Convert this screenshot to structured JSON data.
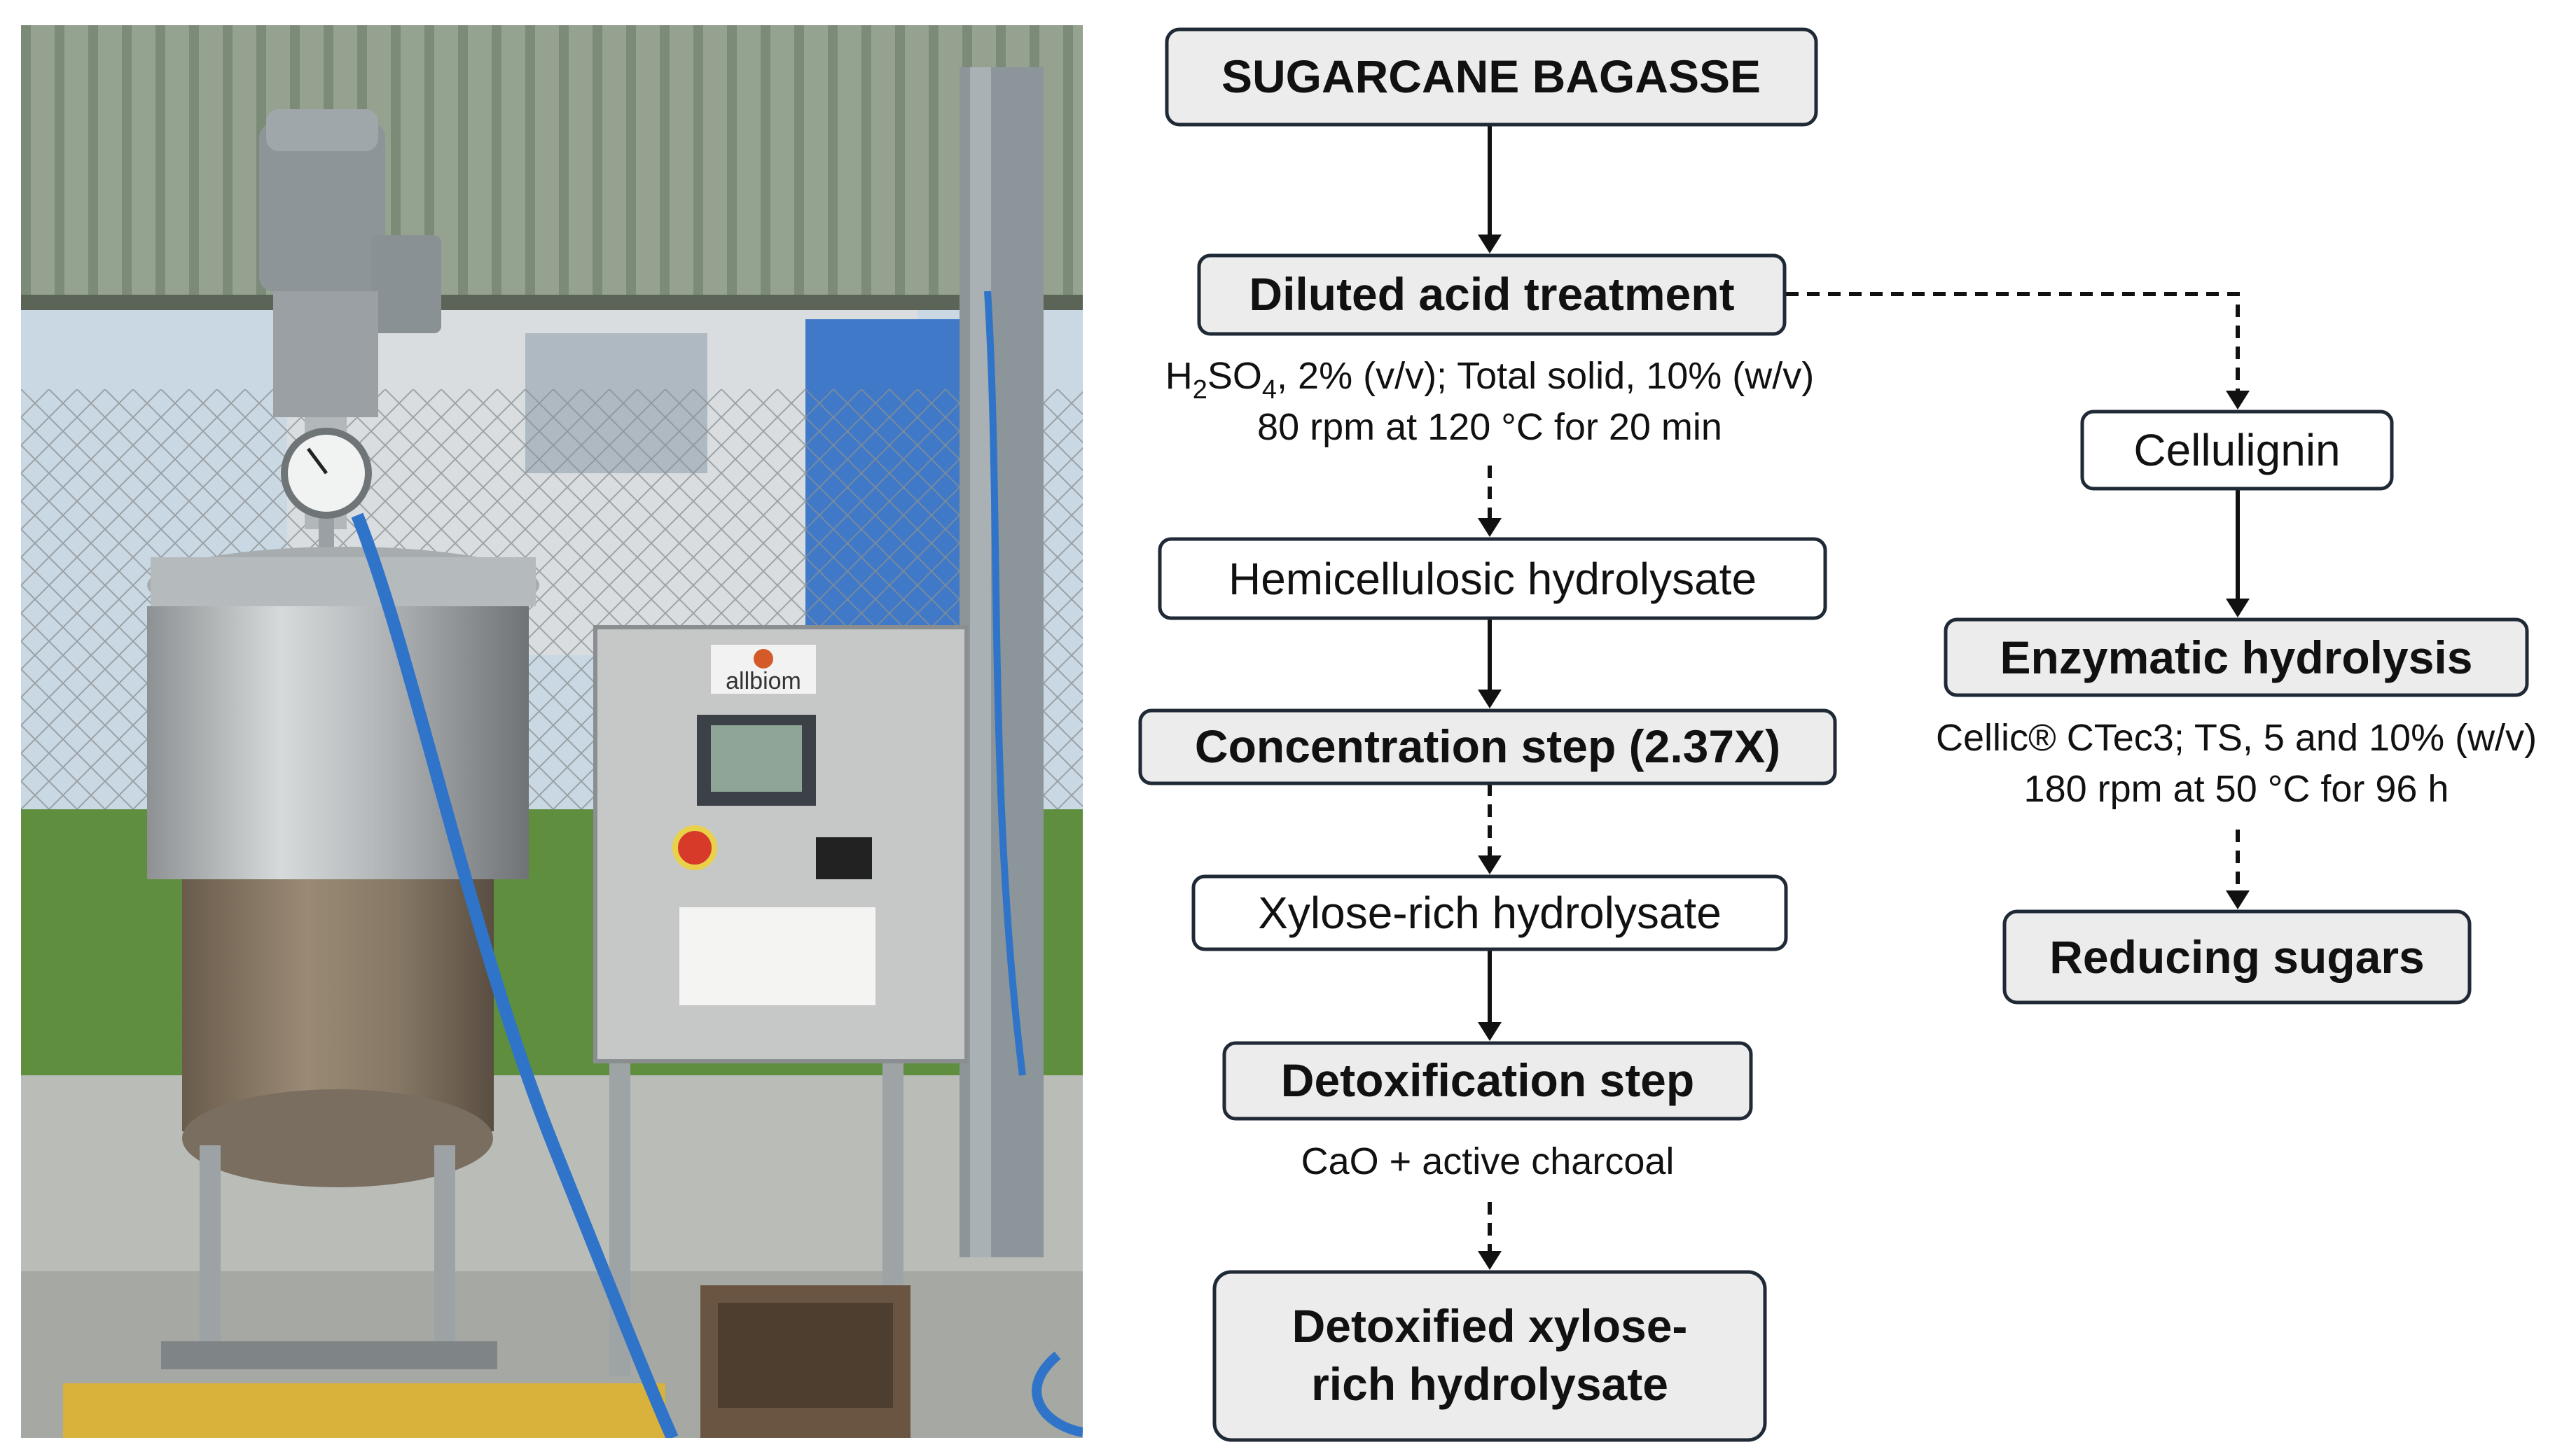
{
  "photo": {
    "brand_label": "allbiom",
    "colors": {
      "sky": "#c9d8e3",
      "roof": "#8f9e8c",
      "grass": "#5f8f3e",
      "floor": "#b9bcb7",
      "steel": "#b7bcbe",
      "hose": "#2f74c8",
      "panel": "#c6c8c7"
    }
  },
  "flowchart": {
    "start": "SUGARCANE BAGASSE",
    "acid": {
      "title": "Diluted acid treatment",
      "cond1_pre": "H",
      "cond1_sub1": "2",
      "cond1_mid": "SO",
      "cond1_sub2": "4",
      "cond1_post": ", 2% (v/v); Total solid, 10% (w/v)",
      "cond2": "80 rpm at 120 °C for 20 min"
    },
    "hemi": "Hemicellulosic hydrolysate",
    "concentration": "Concentration step (2.37X)",
    "xylose": "Xylose-rich hydrolysate",
    "detox": {
      "title": "Detoxification step",
      "cond": "CaO + active charcoal"
    },
    "final": {
      "line1": "Detoxified xylose-",
      "line2": "rich hydrolysate"
    },
    "cellulignin": "Cellulignin",
    "enzymatic": {
      "title": "Enzymatic hydrolysis",
      "cond1": "Cellic® CTec3; TS, 5 and 10% (w/v)",
      "cond2": "180 rpm at 50 °C for 96 h"
    },
    "reducing": "Reducing sugars"
  }
}
